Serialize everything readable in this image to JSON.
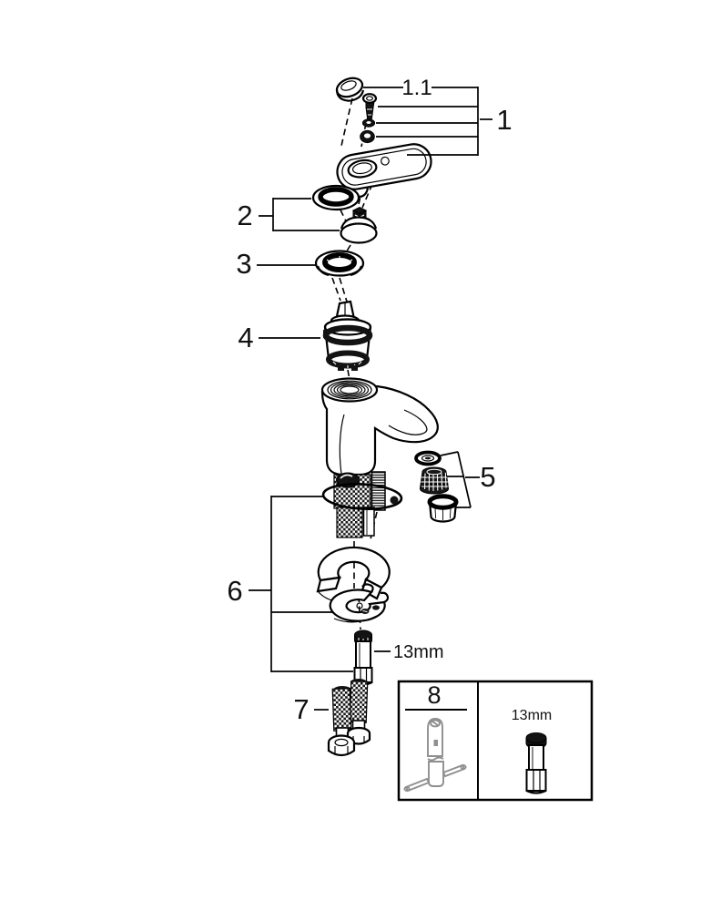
{
  "colors": {
    "background": "#ffffff",
    "line": "#000000",
    "dark_fill": "#131313",
    "tool_grey": "#8f8f8f"
  },
  "callouts": {
    "cap": "1.1",
    "handle_group": "1",
    "escutcheon_group": "2",
    "mounting_ring_nut": "3",
    "cartridge": "4",
    "aerator_group": "5",
    "fixing_group": "6",
    "supply_hoses": "7",
    "tool_box": "8",
    "stud_wrench_size": "13mm",
    "box_socket_size": "13mm"
  }
}
